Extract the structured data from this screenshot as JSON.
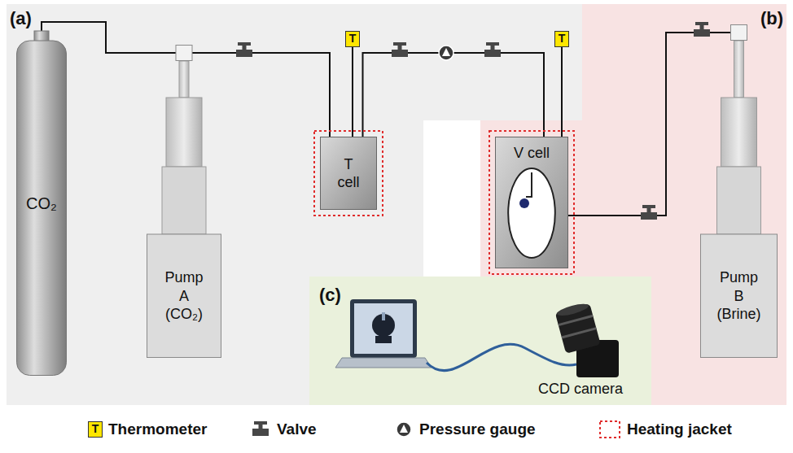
{
  "diagram": {
    "nodes": [
      {
        "text": [
          "CO₂"
        ]
      },
      {
        "text": [
          "Pump A (CO₂)"
        ]
      },
      {
        "text": [
          "T cell"
        ]
      },
      {
        "text": [
          "V cell"
        ]
      },
      {
        "text": [
          "Pump B (Brine)"
        ]
      }
    ],
    "edges": [
      {
        "from": 0,
        "to": 1,
        "arrow": "none"
      },
      {
        "from": 1,
        "to": 2,
        "arrow": "none"
      },
      {
        "from": 2,
        "to": 3,
        "arrow": "none"
      },
      {
        "from": 4,
        "to": 3,
        "arrow": "none"
      }
    ],
    "labels": [
      "(a)",
      "(b)",
      "T",
      "T",
      "(c)",
      "CCD camera",
      "T"
    ],
    "legend": [
      {
        "text": "Thermometer"
      },
      {
        "text": "Valve"
      },
      {
        "text": "Pressure gauge"
      },
      {
        "text": "Heating jacket"
      }
    ]
  }
}
